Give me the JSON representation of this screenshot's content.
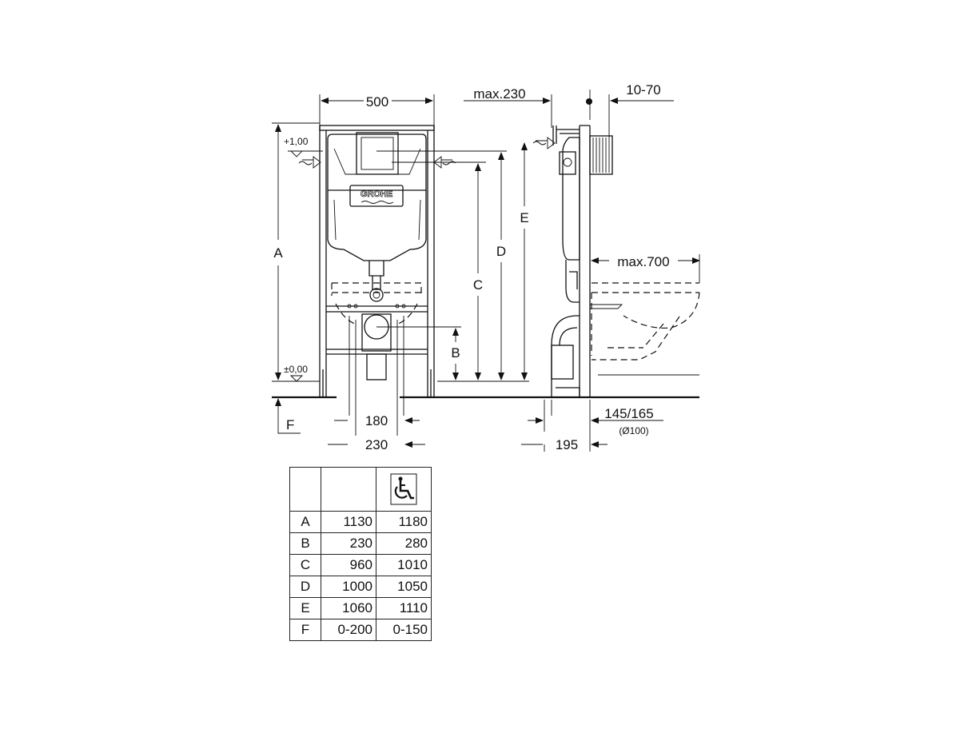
{
  "drawing": {
    "brand_logo": "GROHE",
    "front_view": {
      "width_label": "500",
      "level_top": "+1,00",
      "level_zero": "±0,00",
      "dim_A": "A",
      "dim_B": "B",
      "dim_C": "C",
      "dim_D": "D",
      "dim_E": "E",
      "dim_F": "F",
      "spacing_inner": "180",
      "spacing_outer": "230"
    },
    "side_view": {
      "max_depth_top": "max.230",
      "wall_range": "10-70",
      "max_bowl": "max.700",
      "outlet_offset": "145/165",
      "outlet_diameter": "(Ø100)",
      "depth_bottom": "195"
    }
  },
  "table": {
    "header_icon": "wheelchair-accessible-icon",
    "rows": [
      {
        "key": "A",
        "standard": "1130",
        "accessible": "1180"
      },
      {
        "key": "B",
        "standard": "230",
        "accessible": "280"
      },
      {
        "key": "C",
        "standard": "960",
        "accessible": "1010"
      },
      {
        "key": "D",
        "standard": "1000",
        "accessible": "1050"
      },
      {
        "key": "E",
        "standard": "1060",
        "accessible": "1110"
      },
      {
        "key": "F",
        "standard": "0-200",
        "accessible": "0-150"
      }
    ]
  }
}
